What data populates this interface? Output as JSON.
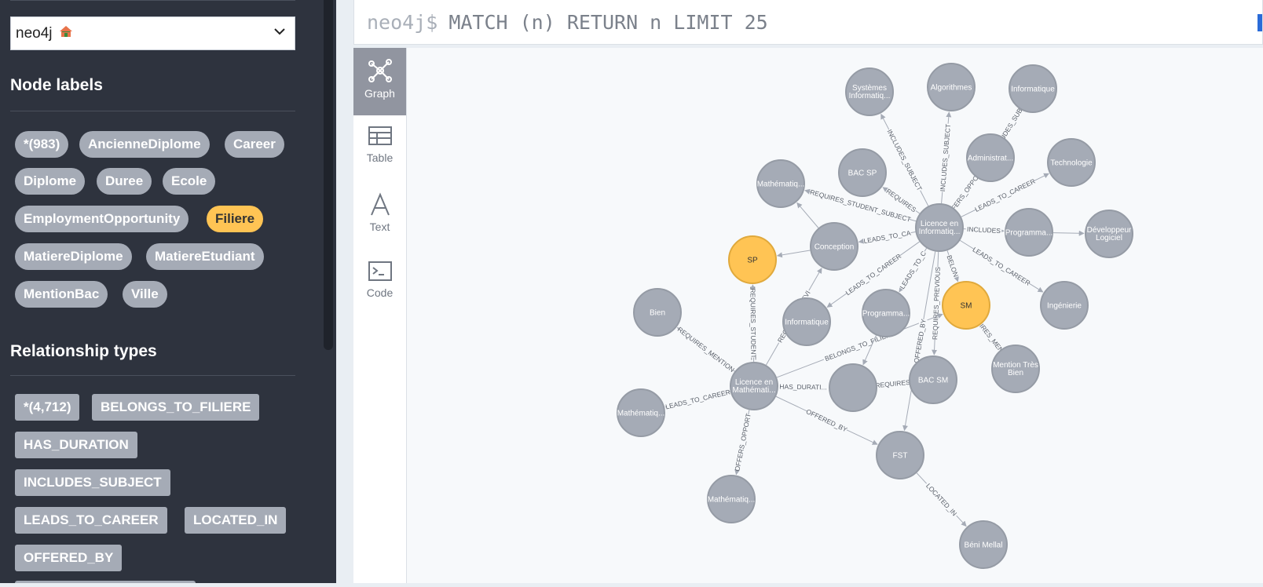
{
  "sidebar": {
    "database": {
      "value": "neo4j",
      "icon": "house-icon"
    },
    "node_labels_title": "Node labels",
    "node_labels": [
      "*(983)",
      "AncienneDiplome",
      "Career",
      "Diplome",
      "Duree",
      "Ecole",
      "EmploymentOpportunity",
      "Filiere",
      "MatiereDiplome",
      "MatiereEtudiant",
      "MentionBac",
      "Ville"
    ],
    "active_label": "Filiere",
    "relationship_types_title": "Relationship types",
    "relationship_types": [
      "*(4,712)",
      "BELONGS_TO_FILIERE",
      "HAS_DURATION",
      "INCLUDES_SUBJECT",
      "LEADS_TO_CAREER",
      "LOCATED_IN",
      "OFFERED_BY"
    ]
  },
  "editor": {
    "prompt": "neo4j$",
    "query": "MATCH (n) RETURN n LIMIT 25"
  },
  "view_tabs": [
    {
      "label": "Graph",
      "icon": "graph-icon",
      "active": true
    },
    {
      "label": "Table",
      "icon": "table-icon",
      "active": false
    },
    {
      "label": "Text",
      "icon": "text-icon",
      "active": false
    },
    {
      "label": "Code",
      "icon": "code-icon",
      "active": false
    }
  ],
  "colors": {
    "node_default": "#a5abb6",
    "node_filiere": "#ffc454",
    "sidebar_bg": "#2e333e"
  },
  "graph": {
    "nodes": [
      {
        "id": "n1",
        "label": "Systèmes Informatiq..."
      },
      {
        "id": "n2",
        "label": "Algorithmes"
      },
      {
        "id": "n3",
        "label": "Informatique"
      },
      {
        "id": "n4",
        "label": "Administrat..."
      },
      {
        "id": "n5",
        "label": "Technologie"
      },
      {
        "id": "n6",
        "label": "Mathématiq..."
      },
      {
        "id": "n7",
        "label": "BAC SP"
      },
      {
        "id": "n8",
        "label": "Licence en Informatiq..."
      },
      {
        "id": "n9",
        "label": "Programma..."
      },
      {
        "id": "n10",
        "label": "Développeur Logiciel"
      },
      {
        "id": "n11",
        "label": "SP",
        "filiere": true
      },
      {
        "id": "n12",
        "label": "Conception"
      },
      {
        "id": "n13",
        "label": "Ingénierie"
      },
      {
        "id": "n14",
        "label": "Bien"
      },
      {
        "id": "n15",
        "label": "Informatique"
      },
      {
        "id": "n16",
        "label": "Programma..."
      },
      {
        "id": "n17",
        "label": "SM",
        "filiere": true
      },
      {
        "id": "n18",
        "label": "Mention Très Bien"
      },
      {
        "id": "n19",
        "label": "Licence en Mathémati..."
      },
      {
        "id": "n20",
        "label": ""
      },
      {
        "id": "n21",
        "label": "BAC SM"
      },
      {
        "id": "n22",
        "label": "Mathématiq..."
      },
      {
        "id": "n23",
        "label": "FST"
      },
      {
        "id": "n24",
        "label": "Mathématiq..."
      },
      {
        "id": "n25",
        "label": "Béni Mellal"
      }
    ],
    "edges": [
      {
        "from": "n8",
        "to": "n1",
        "label": "INCLUDES_SUBJECT"
      },
      {
        "from": "n8",
        "to": "n2",
        "label": "INCLUDES_SUBJECT"
      },
      {
        "from": "n4",
        "to": "n3",
        "label": "INCLUDES_SUBJECT"
      },
      {
        "from": "n8",
        "to": "n4",
        "label": "OFFERS_OPPORT"
      },
      {
        "from": "n8",
        "to": "n5",
        "label": "LEADS_TO_CAREER"
      },
      {
        "from": "n8",
        "to": "n6",
        "label": "REQUIRES_STUDENT_SUBJECT"
      },
      {
        "from": "n8",
        "to": "n7",
        "label": "REQUIRES"
      },
      {
        "from": "n8",
        "to": "n9",
        "label": "INCLUDES"
      },
      {
        "from": "n9",
        "to": "n10",
        "label": ""
      },
      {
        "from": "n8",
        "to": "n12",
        "label": "LEADS_TO_CA"
      },
      {
        "from": "n8",
        "to": "n13",
        "label": "LEADS_TO_CAREER"
      },
      {
        "from": "n8",
        "to": "n15",
        "label": "LEADS_TO_CAREER"
      },
      {
        "from": "n8",
        "to": "n16",
        "label": "LEADS_TO_C"
      },
      {
        "from": "n8",
        "to": "n17",
        "label": "BELON"
      },
      {
        "from": "n8",
        "to": "n21",
        "label": "REQUIRES_PREVIOUS"
      },
      {
        "from": "n17",
        "to": "n18",
        "label": "REQUIRES_MENTION"
      },
      {
        "from": "n12",
        "to": "n11",
        "label": ""
      },
      {
        "from": "n12",
        "to": "n6",
        "label": ""
      },
      {
        "from": "n19",
        "to": "n11",
        "label": "BELONGS_TO_FILIERE"
      },
      {
        "from": "n19",
        "to": "n11",
        "label": "REQUIRES_STUDENT"
      },
      {
        "from": "n19",
        "to": "n14",
        "label": "REQUIRES_MENTION"
      },
      {
        "from": "n19",
        "to": "n22",
        "label": "LEADS_TO_CAREER"
      },
      {
        "from": "n19",
        "to": "n20",
        "label": "HAS_DURATI..."
      },
      {
        "from": "n19",
        "to": "n17",
        "label": "BELONGS_TO_FILIERE"
      },
      {
        "from": "n19",
        "to": "n23",
        "label": "OFFERED_BY"
      },
      {
        "from": "n19",
        "to": "n24",
        "label": "OFFERS_OPPORT"
      },
      {
        "from": "n19",
        "to": "n12",
        "label": "REQUIRES_PREVI"
      },
      {
        "from": "n20",
        "to": "n21",
        "label": "REQUIRES"
      },
      {
        "from": "n16",
        "to": "n20",
        "label": ""
      },
      {
        "from": "n8",
        "to": "n23",
        "label": "OFFERED_BY"
      },
      {
        "from": "n23",
        "to": "n25",
        "label": "LOCATED_IN"
      }
    ]
  }
}
